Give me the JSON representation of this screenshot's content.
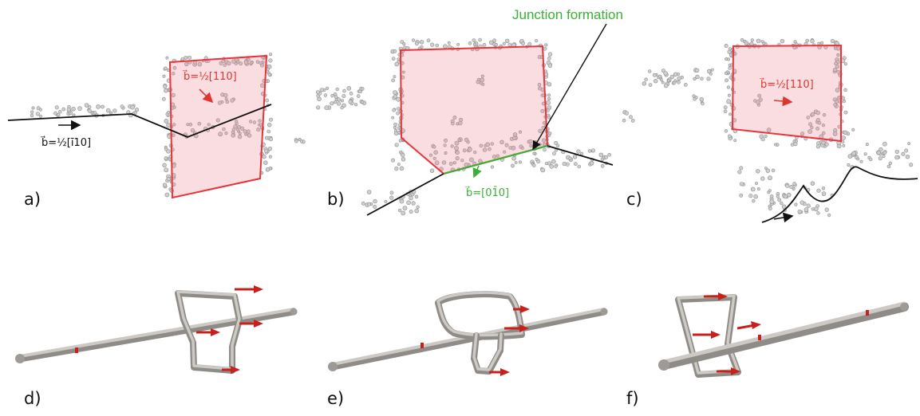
{
  "panels": {
    "a": {
      "label": "a)",
      "burgers_red": "b⃗=½[110]",
      "burgers_black": "b⃗=½[ī10]"
    },
    "b": {
      "label": "b)",
      "burgers_green": "b⃗=[01̄0]",
      "callout": "Junction formation"
    },
    "c": {
      "label": "c)",
      "burgers_red": "b⃗=½[110]"
    },
    "d": {
      "label": "d)"
    },
    "e": {
      "label": "e)"
    },
    "f": {
      "label": "f)"
    }
  },
  "colors": {
    "glide_plane": "#e8343a",
    "dislocation_line": "#111111",
    "junction": "#3ab034",
    "burgers_arrow": "#c7211d"
  }
}
